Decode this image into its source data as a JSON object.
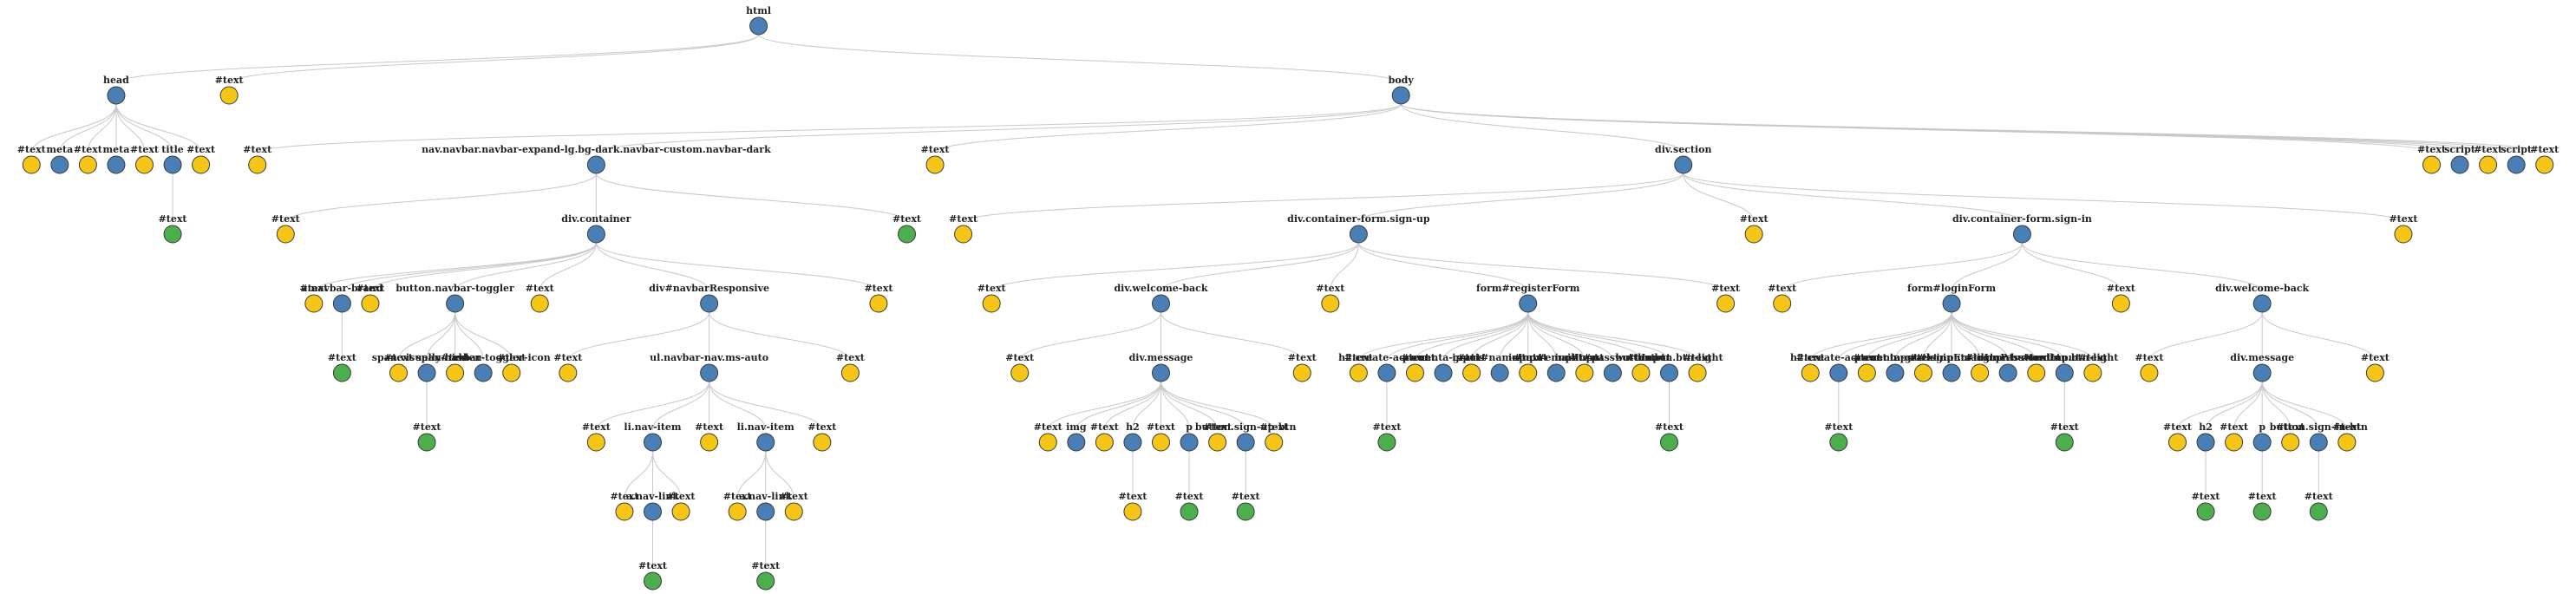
{
  "colors": {
    "element": "#4a7fb5",
    "text": "#f5c518",
    "leaf_text": "#4cae4c",
    "edge": "#c8c8c8"
  },
  "tree": {
    "label": "html",
    "type": "element",
    "children": [
      {
        "label": "head",
        "type": "element",
        "children": [
          {
            "label": "#text",
            "type": "text"
          },
          {
            "label": "meta",
            "type": "element"
          },
          {
            "label": "#text",
            "type": "text"
          },
          {
            "label": "meta",
            "type": "element"
          },
          {
            "label": "#text",
            "type": "text"
          },
          {
            "label": "title",
            "type": "element",
            "children": [
              {
                "label": "#text",
                "type": "leaf"
              }
            ]
          },
          {
            "label": "#text",
            "type": "text"
          }
        ]
      },
      {
        "label": "#text",
        "type": "text"
      },
      {
        "label": "body",
        "type": "element",
        "children": [
          {
            "label": "#text",
            "type": "text"
          },
          {
            "label": "nav.navbar.navbar-expand-lg.bg-dark.navbar-custom.navbar-dark",
            "type": "element",
            "children": [
              {
                "label": "#text",
                "type": "text"
              },
              {
                "label": "div.container",
                "type": "element",
                "children": [
                  {
                    "label": "#text",
                    "type": "text"
                  },
                  {
                    "label": "a.navbar-brand",
                    "type": "element",
                    "children": [
                      {
                        "label": "#text",
                        "type": "leaf"
                      }
                    ]
                  },
                  {
                    "label": "#text",
                    "type": "text"
                  },
                  {
                    "label": "button.navbar-toggler",
                    "type": "element",
                    "children": [
                      {
                        "label": "#text",
                        "type": "text"
                      },
                      {
                        "label": "span.visually-hidden",
                        "type": "element",
                        "children": [
                          {
                            "label": "#text",
                            "type": "leaf"
                          }
                        ]
                      },
                      {
                        "label": "#text",
                        "type": "text"
                      },
                      {
                        "label": "span.navbar-toggler-icon",
                        "type": "element"
                      },
                      {
                        "label": "#text",
                        "type": "text"
                      }
                    ]
                  },
                  {
                    "label": "#text",
                    "type": "text"
                  },
                  {
                    "label": "div#navbarResponsive",
                    "type": "element",
                    "children": [
                      {
                        "label": "#text",
                        "type": "text"
                      },
                      {
                        "label": "ul.navbar-nav.ms-auto",
                        "type": "element",
                        "children": [
                          {
                            "label": "#text",
                            "type": "text"
                          },
                          {
                            "label": "li.nav-item",
                            "type": "element",
                            "children": [
                              {
                                "label": "#text",
                                "type": "text"
                              },
                              {
                                "label": "a.nav-link",
                                "type": "element",
                                "children": [
                                  {
                                    "label": "#text",
                                    "type": "leaf"
                                  }
                                ]
                              },
                              {
                                "label": "#text",
                                "type": "text"
                              }
                            ]
                          },
                          {
                            "label": "#text",
                            "type": "text"
                          },
                          {
                            "label": "li.nav-item",
                            "type": "element",
                            "children": [
                              {
                                "label": "#text",
                                "type": "text"
                              },
                              {
                                "label": "a.nav-link",
                                "type": "element",
                                "children": [
                                  {
                                    "label": "#text",
                                    "type": "leaf"
                                  }
                                ]
                              },
                              {
                                "label": "#text",
                                "type": "text"
                              }
                            ]
                          },
                          {
                            "label": "#text",
                            "type": "text"
                          }
                        ]
                      },
                      {
                        "label": "#text",
                        "type": "text"
                      }
                    ]
                  },
                  {
                    "label": "#text",
                    "type": "text"
                  }
                ]
              },
              {
                "label": "#text",
                "type": "leaf"
              }
            ]
          },
          {
            "label": "#text",
            "type": "text"
          },
          {
            "label": "div.section",
            "type": "element",
            "children": [
              {
                "label": "#text",
                "type": "text"
              },
              {
                "label": "div.container-form.sign-up",
                "type": "element",
                "children": [
                  {
                    "label": "#text",
                    "type": "text"
                  },
                  {
                    "label": "div.welcome-back",
                    "type": "element",
                    "children": [
                      {
                        "label": "#text",
                        "type": "text"
                      },
                      {
                        "label": "div.message",
                        "type": "element",
                        "children": [
                          {
                            "label": "#text",
                            "type": "text"
                          },
                          {
                            "label": "img",
                            "type": "element"
                          },
                          {
                            "label": "#text",
                            "type": "text"
                          },
                          {
                            "label": "h2",
                            "type": "element",
                            "children": [
                              {
                                "label": "#text",
                                "type": "text"
                              }
                            ]
                          },
                          {
                            "label": "#text",
                            "type": "text"
                          },
                          {
                            "label": "p",
                            "type": "element",
                            "children": [
                              {
                                "label": "#text",
                                "type": "leaf"
                              }
                            ]
                          },
                          {
                            "label": "#text",
                            "type": "text"
                          },
                          {
                            "label": "button.sign-up-btn",
                            "type": "element",
                            "children": [
                              {
                                "label": "#text",
                                "type": "leaf"
                              }
                            ]
                          },
                          {
                            "label": "#text",
                            "type": "text"
                          }
                        ]
                      },
                      {
                        "label": "#text",
                        "type": "text"
                      }
                    ]
                  },
                  {
                    "label": "#text",
                    "type": "text"
                  },
                  {
                    "label": "form#registerForm",
                    "type": "element",
                    "children": [
                      {
                        "label": "#text",
                        "type": "text"
                      },
                      {
                        "label": "h2.create-account",
                        "type": "element",
                        "children": [
                          {
                            "label": "#text",
                            "type": "leaf"
                          }
                        ]
                      },
                      {
                        "label": "#text",
                        "type": "text"
                      },
                      {
                        "label": "p.cuenta-gratis",
                        "type": "element"
                      },
                      {
                        "label": "#text",
                        "type": "text"
                      },
                      {
                        "label": "input#nameInput",
                        "type": "element"
                      },
                      {
                        "label": "#text",
                        "type": "text"
                      },
                      {
                        "label": "input#emailInput",
                        "type": "element"
                      },
                      {
                        "label": "#text",
                        "type": "text"
                      },
                      {
                        "label": "input#passwordInput",
                        "type": "element"
                      },
                      {
                        "label": "#text",
                        "type": "text"
                      },
                      {
                        "label": "button.btn.btn-light",
                        "type": "element",
                        "children": [
                          {
                            "label": "#text",
                            "type": "leaf"
                          }
                        ]
                      },
                      {
                        "label": "#text",
                        "type": "text"
                      }
                    ]
                  },
                  {
                    "label": "#text",
                    "type": "text"
                  }
                ]
              },
              {
                "label": "#text",
                "type": "text"
              },
              {
                "label": "div.container-form.sign-in",
                "type": "element",
                "children": [
                  {
                    "label": "#text",
                    "type": "text"
                  },
                  {
                    "label": "form#loginForm",
                    "type": "element",
                    "children": [
                      {
                        "label": "#text",
                        "type": "text"
                      },
                      {
                        "label": "h2.create-account",
                        "type": "element",
                        "children": [
                          {
                            "label": "#text",
                            "type": "leaf"
                          }
                        ]
                      },
                      {
                        "label": "#text",
                        "type": "text"
                      },
                      {
                        "label": "p.cuenta-gratis",
                        "type": "element"
                      },
                      {
                        "label": "#text",
                        "type": "text"
                      },
                      {
                        "label": "input#loginEmailInput",
                        "type": "element"
                      },
                      {
                        "label": "#text",
                        "type": "text"
                      },
                      {
                        "label": "input#loginPasswordInput",
                        "type": "element"
                      },
                      {
                        "label": "#text",
                        "type": "text"
                      },
                      {
                        "label": "button.btn.btn-light",
                        "type": "element",
                        "children": [
                          {
                            "label": "#text",
                            "type": "leaf"
                          }
                        ]
                      },
                      {
                        "label": "#text",
                        "type": "text"
                      }
                    ]
                  },
                  {
                    "label": "#text",
                    "type": "text"
                  },
                  {
                    "label": "div.welcome-back",
                    "type": "element",
                    "children": [
                      {
                        "label": "#text",
                        "type": "text"
                      },
                      {
                        "label": "div.message",
                        "type": "element",
                        "children": [
                          {
                            "label": "#text",
                            "type": "text"
                          },
                          {
                            "label": "h2",
                            "type": "element",
                            "children": [
                              {
                                "label": "#text",
                                "type": "leaf"
                              }
                            ]
                          },
                          {
                            "label": "#text",
                            "type": "text"
                          },
                          {
                            "label": "p",
                            "type": "element",
                            "children": [
                              {
                                "label": "#text",
                                "type": "leaf"
                              }
                            ]
                          },
                          {
                            "label": "#text",
                            "type": "text"
                          },
                          {
                            "label": "button.sign-in-btn",
                            "type": "element",
                            "children": [
                              {
                                "label": "#text",
                                "type": "leaf"
                              }
                            ]
                          },
                          {
                            "label": "#text",
                            "type": "text"
                          }
                        ]
                      },
                      {
                        "label": "#text",
                        "type": "text"
                      }
                    ]
                  }
                ]
              },
              {
                "label": "#text",
                "type": "text"
              }
            ]
          },
          {
            "label": "#text",
            "type": "text"
          },
          {
            "label": "script",
            "type": "element"
          },
          {
            "label": "#text",
            "type": "text"
          },
          {
            "label": "script",
            "type": "element"
          },
          {
            "label": "#text",
            "type": "text"
          }
        ]
      }
    ]
  }
}
